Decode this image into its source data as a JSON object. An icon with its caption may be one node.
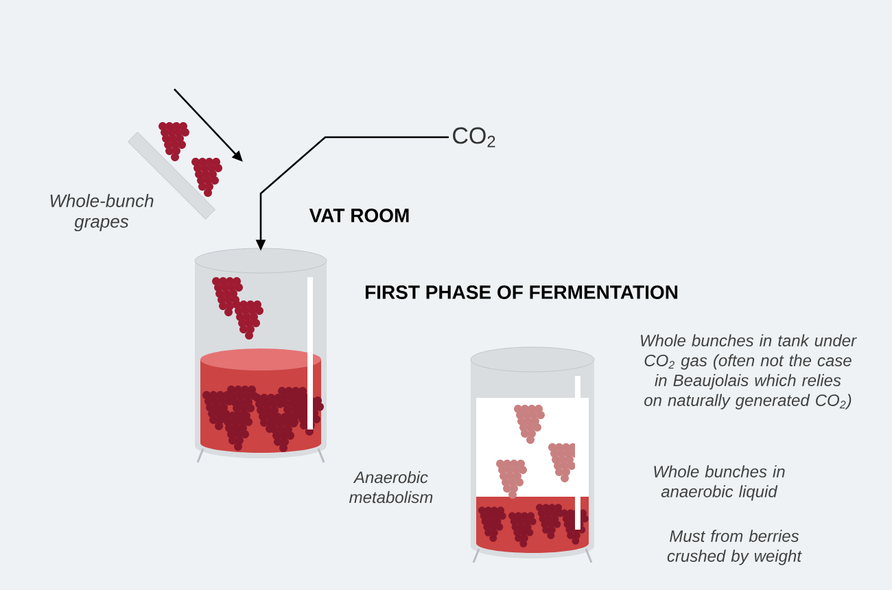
{
  "diagram": {
    "nodes": [
      {
        "text": [
          "CO$_{2}$"
        ]
      },
      {
        "text": [],
        "shape": "cylinder"
      }
    ],
    "edges": [
      {
        "from": 0,
        "to": 1,
        "arrow": "to"
      }
    ],
    "labels": [
      "Whole-bunch grapes",
      "VAT ROOM",
      "FIRST PHASE OF FERMENTATION",
      "Anaerobic metabolism",
      "Whole bunches in tank under CO$_{2}$ gas (often not the case in Beaujolais which relies on naturally generated CO$_{2}$)",
      "Whole bunches in anaerobic liquid",
      "Must from berries crushed by weight"
    ]
  }
}
